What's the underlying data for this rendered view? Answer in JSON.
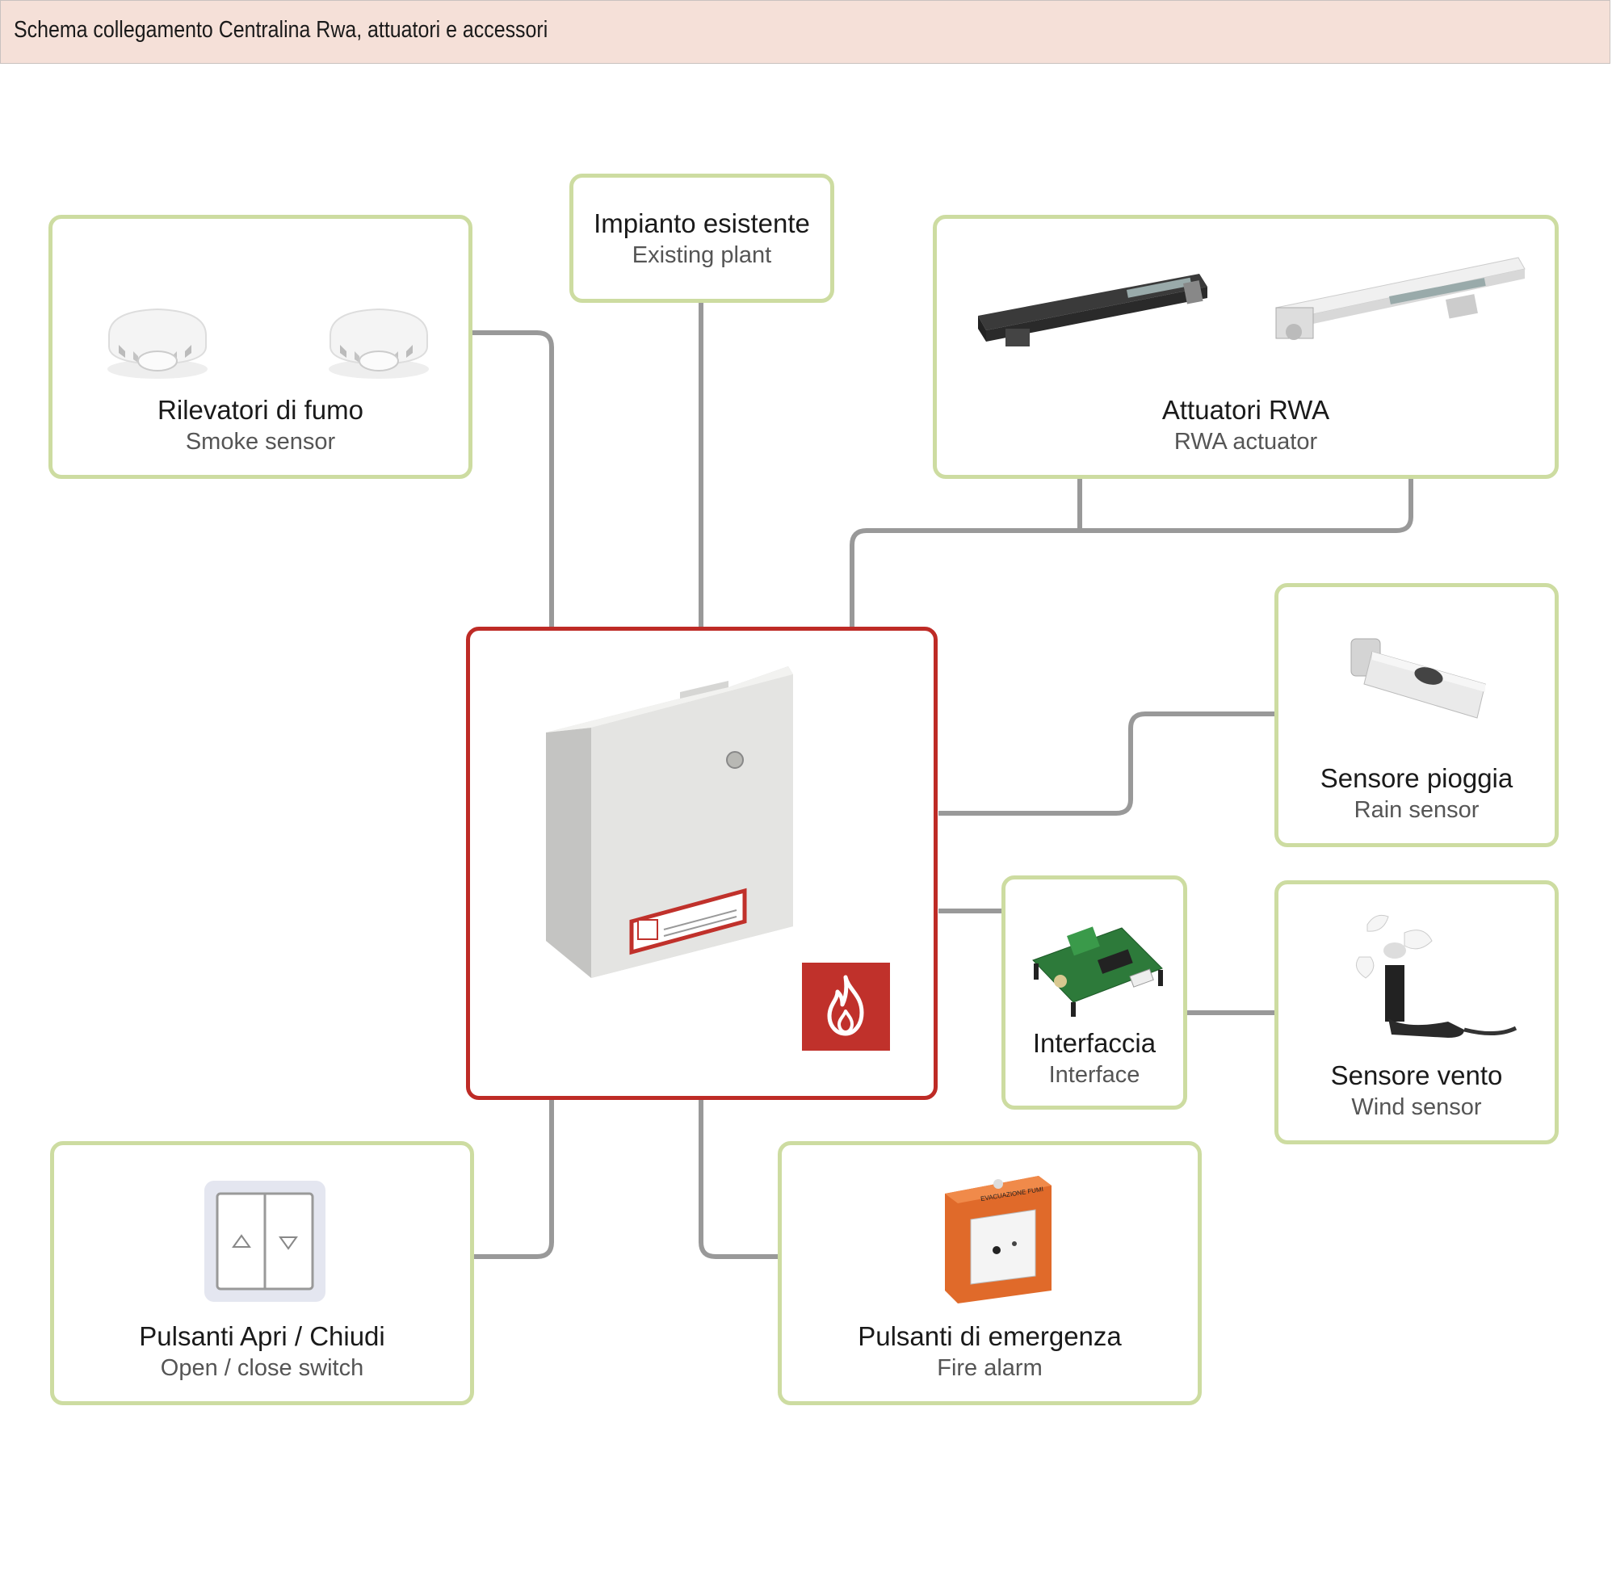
{
  "header": {
    "title": "Schema collegamento Centralina Rwa, attuatori e accessori"
  },
  "colors": {
    "box_border": "#cddca1",
    "central_border": "#be2b26",
    "wire": "#999999",
    "header_bg": "#f5e0d8",
    "fire_badge": "#c0312b"
  },
  "nodes": {
    "smoke": {
      "title": "Rilevatori di fumo",
      "sub": "Smoke sensor",
      "icon": "smoke-detector-icon"
    },
    "plant": {
      "title": "Impianto esistente",
      "sub": "Existing plant"
    },
    "actuator": {
      "title": "Attuatori RWA",
      "sub": "RWA actuator",
      "icon": "chain-actuator-icon"
    },
    "rain": {
      "title": "Sensore pioggia",
      "sub": "Rain sensor",
      "icon": "rain-sensor-icon"
    },
    "interface": {
      "title": "Interfaccia",
      "sub": "Interface",
      "icon": "circuit-board-icon"
    },
    "wind": {
      "title": "Sensore vento",
      "sub": "Wind sensor",
      "icon": "anemometer-icon"
    },
    "switch": {
      "title": "Pulsanti Apri / Chiudi",
      "sub": "Open / close switch",
      "icon": "open-close-switch-icon"
    },
    "alarm": {
      "title": "Pulsanti di emergenza",
      "sub": "Fire alarm",
      "icon": "fire-alarm-button-icon",
      "label": "EVACUAZIONE FUMI"
    },
    "central": {
      "icon": "control-unit-icon",
      "badge": "fire-icon"
    }
  }
}
